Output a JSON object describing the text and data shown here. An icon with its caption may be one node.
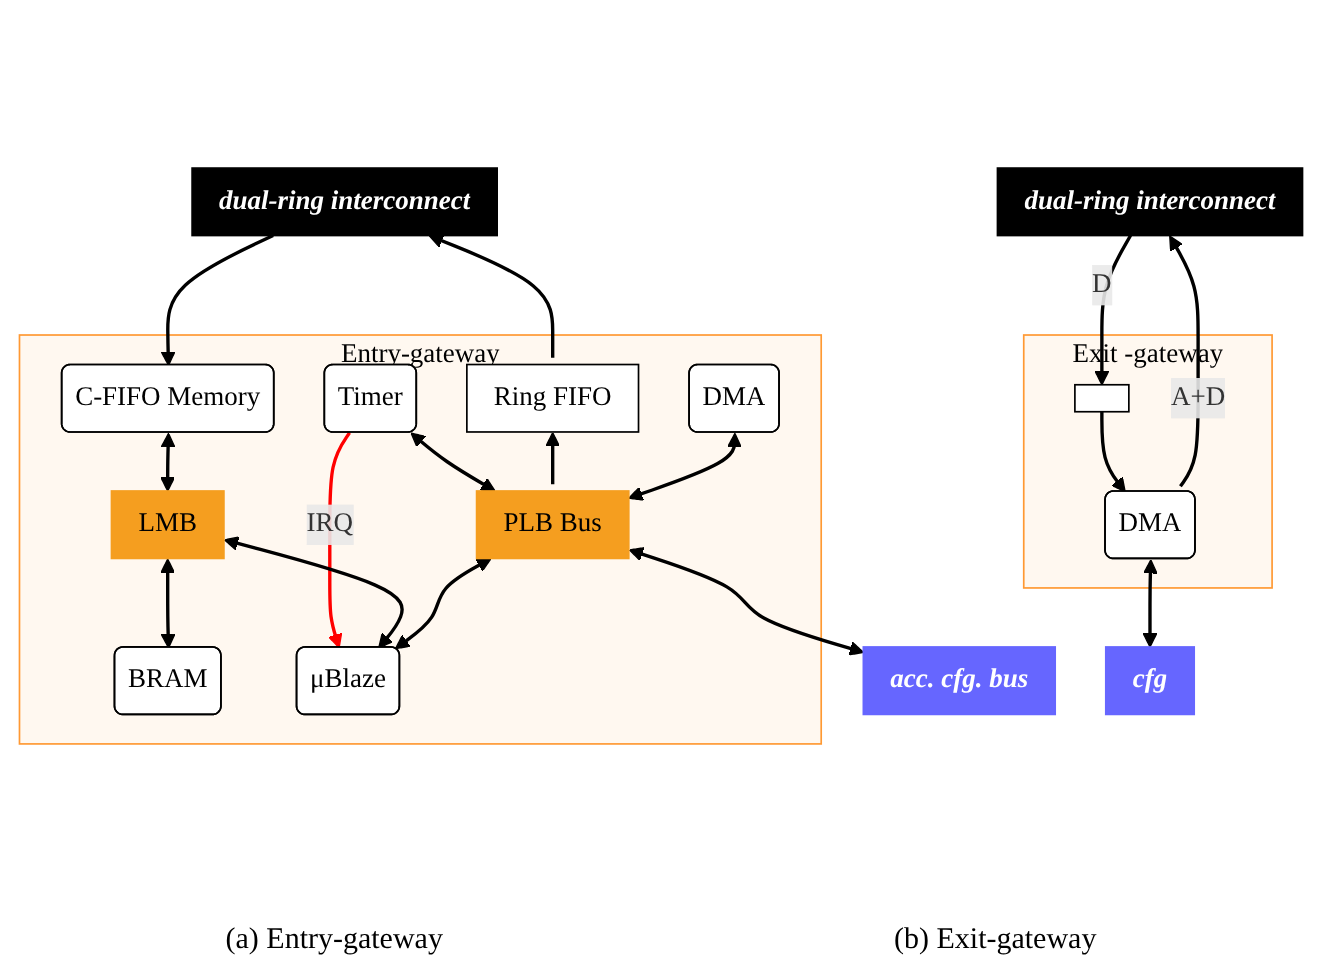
{
  "diagram": {
    "nodes": [
      {
        "text": [
          "dual-ring interconnect"
        ]
      },
      {
        "text": [
          "Entry-gateway"
        ]
      },
      {
        "text": [
          "Timer"
        ],
        "in": 1
      },
      {
        "text": [
          "Ring FIFO"
        ],
        "in": 1
      },
      {
        "text": [
          "DMA"
        ],
        "in": 1
      },
      {
        "text": [
          "C-FIFO Memory"
        ],
        "in": 1
      },
      {
        "text": [
          "LMB"
        ],
        "in": 1
      },
      {
        "text": [
          "PLB Bus"
        ],
        "in": 1
      },
      {
        "text": [
          "BRAM"
        ],
        "in": 1
      },
      {
        "text": [
          "μBlaze"
        ],
        "in": 1
      },
      {
        "text": [
          "acc. cfg. bus"
        ]
      },
      {
        "text": [
          "dual-ring interconnect"
        ]
      },
      {
        "text": [
          "Exit -gateway"
        ]
      },
      {
        "text": [],
        "shape": "box",
        "in": 12
      },
      {
        "text": [
          "DMA"
        ],
        "in": 12
      },
      {
        "text": [
          "cfg"
        ]
      }
    ],
    "edges": [
      {
        "from": 0,
        "to": 5,
        "arrow": "to"
      },
      {
        "from": 3,
        "to": 0,
        "arrow": "to"
      },
      {
        "from": 2,
        "to": 7,
        "arrow": "both"
      },
      {
        "from": 7,
        "to": 3,
        "arrow": "to"
      },
      {
        "from": 4,
        "to": 7,
        "arrow": "both"
      },
      {
        "from": 5,
        "to": 6,
        "arrow": "both"
      },
      {
        "from": 6,
        "to": 8,
        "arrow": "both"
      },
      {
        "from": 2,
        "to": 9,
        "arrow": "to",
        "label": "IRQ",
        "color": "#ff0000"
      },
      {
        "from": 6,
        "to": 9,
        "arrow": "both"
      },
      {
        "from": 7,
        "to": 9,
        "arrow": "both"
      },
      {
        "from": 7,
        "to": 10,
        "arrow": "both"
      },
      {
        "from": 11,
        "to": 13,
        "arrow": "to",
        "label": "D"
      },
      {
        "from": 13,
        "to": 14,
        "arrow": "to"
      },
      {
        "from": 14,
        "to": 11,
        "arrow": "to",
        "label": "A+D"
      },
      {
        "from": 14,
        "to": 15,
        "arrow": "both"
      }
    ],
    "labels": [
      "(a) Entry-gateway",
      "(b) Exit-gateway"
    ]
  }
}
